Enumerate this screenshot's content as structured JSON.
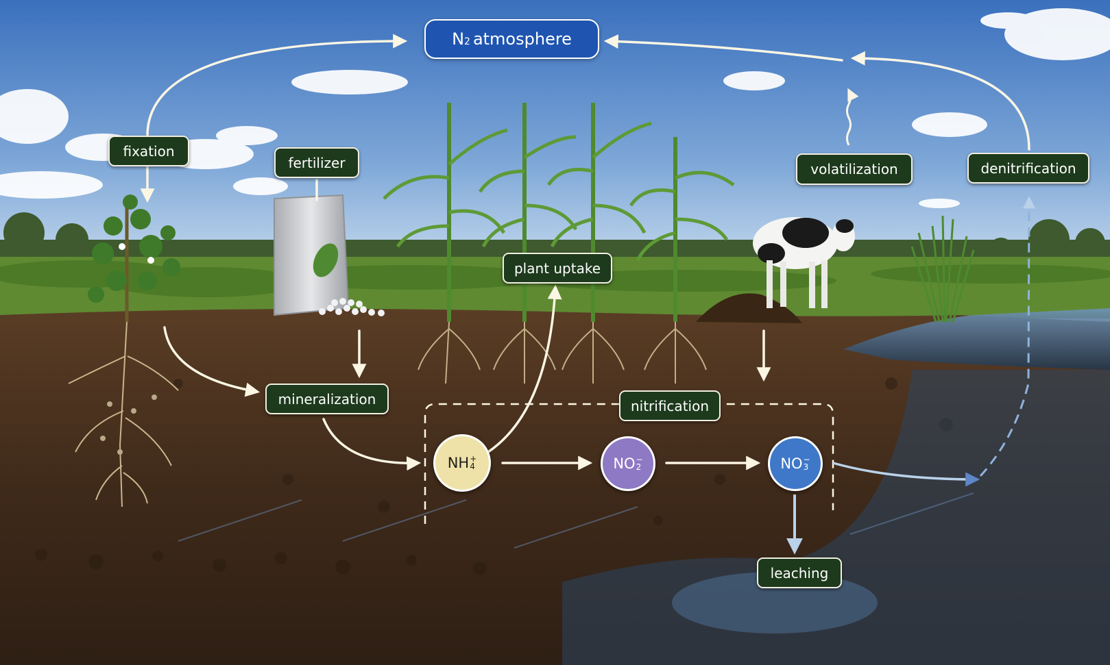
{
  "title": {
    "element": "N",
    "subscript": "2",
    "suffix": "atmosphere"
  },
  "processes": {
    "fixation": "fixation",
    "fertilizer": "fertilizer",
    "plant_uptake": "plant uptake",
    "mineralization": "mineralization",
    "nitrification": "nitrification",
    "volatilization": "volatilization",
    "denitrification": "denitrification",
    "leaching": "leaching"
  },
  "species": {
    "ammonium": {
      "base": "NH",
      "sub": "4",
      "sup": "+",
      "color": "#efe2a8"
    },
    "nitrite": {
      "base": "NO",
      "sub": "2",
      "sup": "−",
      "color": "#8e79c4"
    },
    "nitrate": {
      "base": "NO",
      "sub": "3",
      "sup": "−",
      "color": "#3f78c8"
    }
  },
  "colors": {
    "sky": "#3f78c4",
    "soil": "#4a3220",
    "water": "#3a5a7a",
    "label_bg": "#1d3a1c",
    "title_bg": "#1f55b0",
    "arrow": "#fbf6e4"
  }
}
